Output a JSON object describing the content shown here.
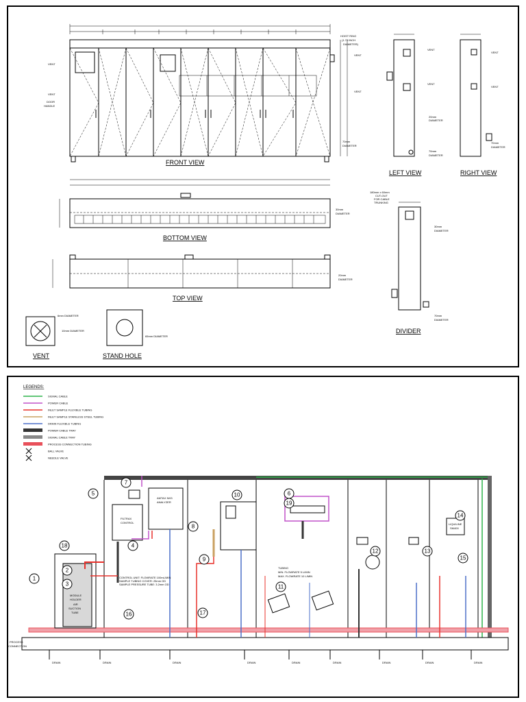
{
  "top_sheet": {
    "views": {
      "front": "FRONT VIEW",
      "left": "LEFT VIEW",
      "right": "RIGHT VIEW",
      "bottom": "BOTTOM VIEW",
      "top": "TOP VIEW",
      "divider": "DIVIDER",
      "vent": "VENT",
      "stand_hole": "STAND HOLE"
    },
    "annotations": {
      "hoist_ring": "HOIST RING",
      "hoist_size": "(1.72 INCH",
      "hoist_dia": "DIAMETER)",
      "vent": "VENT",
      "door_handle": "DOOR",
      "door_handle2": "HANDLE",
      "dia_70": "70mm",
      "dia_word": "DIAMETER",
      "dia_20": "20mm",
      "dia_30": "30mm",
      "dia_20_full": "20mm DIAMETER",
      "vent_6mm": "6mm DIAMETER",
      "vent_10mm": "10mm DIAMETER",
      "stand_65mm": "65mm DIAMETER",
      "cutout1": "180mm x 60mm",
      "cutout2": "CUT-OUT",
      "cutout3": "FOR CABLE",
      "cutout4": "TRUNKING"
    }
  },
  "bottom_sheet": {
    "legend_title": "LEGENDS:",
    "legend": [
      {
        "label": "SIGNAL CABLE",
        "color": "#2db34a"
      },
      {
        "label": "POWER CABLE",
        "color": "#c050c8"
      },
      {
        "label": "INLET SAMPLE FLEXIBLE TUBING",
        "color": "#e8302a"
      },
      {
        "label": "INLET SAMPLE STAINLESS STEEL TUBING",
        "color": "#c9a060"
      },
      {
        "label": "DRAIN FLEXIBLE TUBING",
        "color": "#4a6fc8"
      },
      {
        "label": "POWER CABLE TRAY",
        "color": "#333333"
      },
      {
        "label": "SIGNAL CABLE TRAY",
        "color": "#888888"
      },
      {
        "label": "PROCESS CONNECTION TUBING",
        "color": "#e8505a"
      },
      {
        "label": "BALL VALVE",
        "color": "#000000"
      },
      {
        "label": "NEEDLE VALVE",
        "color": "#000000"
      }
    ],
    "components": {
      "filtrex": "FILTRAX",
      "control": "CONTROL",
      "amtax": "AMTAX NH3",
      "analyzer": "ANALYZER",
      "module": "MODULE",
      "holder": "HOLDER",
      "air": "AIR",
      "suction": "SUCTION",
      "tube": "TUBE",
      "liquid": "LIQUILINE",
      "liquid2": "SM400",
      "process": "PROCESS",
      "connection": "CONNECTION",
      "drain": "DRAIN",
      "ctrl_note1": "CONTROL UNIT: FLOWRATE 100mL/MIN",
      "ctrl_note2": "SAMPLE TUBING COVER: 25mm OD",
      "ctrl_note3": "SAMPLE PRESSURE TUBE: 3.2mm OD",
      "flow_note": "MIN. FLOWRATE 5 L/MIN",
      "flow_note2": "MAX. FLOWRATE 10 L/MIN",
      "tubing": "TUBING"
    },
    "callouts": [
      "1",
      "2",
      "3",
      "4",
      "5",
      "6",
      "7",
      "8",
      "9",
      "10",
      "11",
      "12",
      "13",
      "14",
      "15",
      "16",
      "17",
      "18",
      "19"
    ]
  }
}
